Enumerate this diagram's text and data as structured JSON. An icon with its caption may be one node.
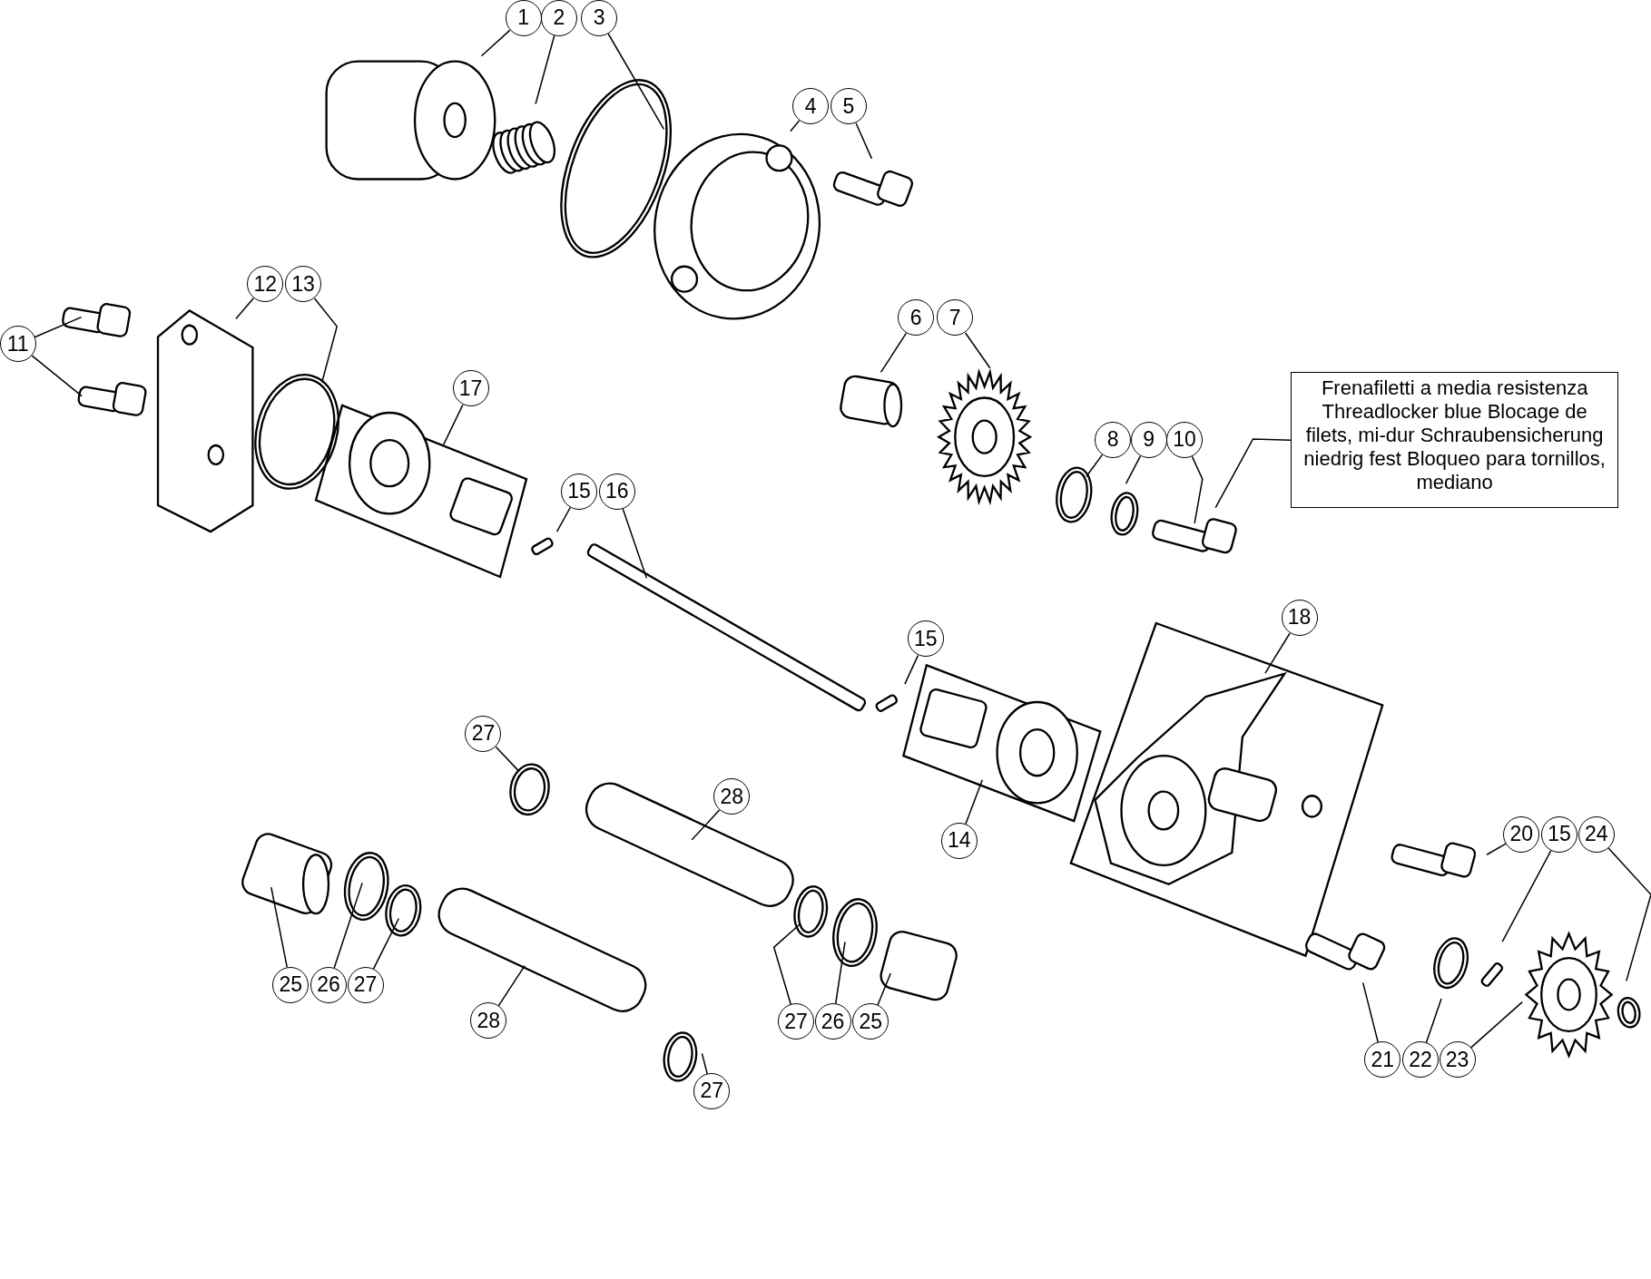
{
  "diagram": {
    "nodes": [
      {
        "text": [
          "1"
        ]
      },
      {
        "text": [
          "2"
        ]
      },
      {
        "text": [
          "3"
        ]
      },
      {
        "text": [
          "4"
        ]
      },
      {
        "text": [
          "5"
        ]
      },
      {
        "text": [
          "12"
        ]
      },
      {
        "text": [
          "13"
        ]
      },
      {
        "text": [
          "11"
        ]
      },
      {
        "text": [
          "17"
        ]
      },
      {
        "text": [
          "6"
        ]
      },
      {
        "text": [
          "7"
        ]
      },
      {
        "text": [
          "8"
        ]
      },
      {
        "text": [
          "9"
        ]
      },
      {
        "text": [
          "10"
        ]
      },
      {
        "text": [
          "Frenafiletti a media resistenza Threadlocker blue Blocage de filets, mi-dur Schraubensicherung niedrig fest Bloqueo para tornillos, mediano"
        ]
      },
      {
        "text": [
          "15"
        ]
      },
      {
        "text": [
          "16"
        ]
      },
      {
        "text": [
          "15"
        ]
      },
      {
        "text": [
          "18"
        ]
      },
      {
        "text": [
          "27"
        ]
      },
      {
        "text": [
          "28"
        ]
      },
      {
        "text": [
          "14"
        ]
      },
      {
        "text": [
          "20"
        ]
      },
      {
        "text": [
          "15"
        ]
      },
      {
        "text": [
          "24"
        ]
      },
      {
        "text": [
          "25"
        ]
      },
      {
        "text": [
          "26"
        ]
      },
      {
        "text": [
          "27"
        ]
      },
      {
        "text": [
          "28"
        ]
      },
      {
        "text": [
          "27"
        ]
      },
      {
        "text": [
          "26"
        ]
      },
      {
        "text": [
          "25"
        ]
      },
      {
        "text": [
          "21"
        ]
      },
      {
        "text": [
          "22"
        ]
      },
      {
        "text": [
          "23"
        ]
      },
      {
        "text": [
          "27"
        ]
      }
    ],
    "edges": [
      {
        "from": 0,
        "to": null,
        "arrow": "none"
      },
      {
        "from": 1,
        "to": null,
        "arrow": "none"
      },
      {
        "from": 2,
        "to": null,
        "arrow": "none"
      },
      {
        "from": 3,
        "to": null,
        "arrow": "none"
      },
      {
        "from": 4,
        "to": null,
        "arrow": "none"
      },
      {
        "from": 5,
        "to": null,
        "arrow": "none"
      },
      {
        "from": 6,
        "to": null,
        "arrow": "none"
      },
      {
        "from": 7,
        "to": null,
        "arrow": "none"
      },
      {
        "from": 7,
        "to": null,
        "arrow": "none"
      },
      {
        "from": 8,
        "to": null,
        "arrow": "none"
      },
      {
        "from": 9,
        "to": null,
        "arrow": "none"
      },
      {
        "from": 10,
        "to": null,
        "arrow": "none"
      },
      {
        "from": 11,
        "to": null,
        "arrow": "none"
      },
      {
        "from": 12,
        "to": null,
        "arrow": "none"
      },
      {
        "from": 13,
        "to": null,
        "arrow": "none"
      },
      {
        "from": 14,
        "to": null,
        "arrow": "none"
      },
      {
        "from": 15,
        "to": null,
        "arrow": "none"
      },
      {
        "from": 16,
        "to": null,
        "arrow": "none"
      },
      {
        "from": 17,
        "to": null,
        "arrow": "none"
      },
      {
        "from": 18,
        "to": null,
        "arrow": "none"
      },
      {
        "from": 19,
        "to": null,
        "arrow": "none"
      },
      {
        "from": 20,
        "to": null,
        "arrow": "none"
      },
      {
        "from": 21,
        "to": null,
        "arrow": "none"
      },
      {
        "from": 22,
        "to": null,
        "arrow": "none"
      },
      {
        "from": 23,
        "to": null,
        "arrow": "none"
      },
      {
        "from": 24,
        "to": null,
        "arrow": "none"
      },
      {
        "from": 25,
        "to": null,
        "arrow": "none"
      },
      {
        "from": 26,
        "to": null,
        "arrow": "none"
      },
      {
        "from": 27,
        "to": null,
        "arrow": "none"
      },
      {
        "from": 28,
        "to": null,
        "arrow": "none"
      },
      {
        "from": 29,
        "to": null,
        "arrow": "none"
      },
      {
        "from": 30,
        "to": null,
        "arrow": "none"
      },
      {
        "from": 31,
        "to": null,
        "arrow": "none"
      },
      {
        "from": 32,
        "to": null,
        "arrow": "none"
      },
      {
        "from": 33,
        "to": null,
        "arrow": "none"
      },
      {
        "from": 34,
        "to": null,
        "arrow": "none"
      },
      {
        "from": 35,
        "to": null,
        "arrow": "none"
      }
    ]
  }
}
